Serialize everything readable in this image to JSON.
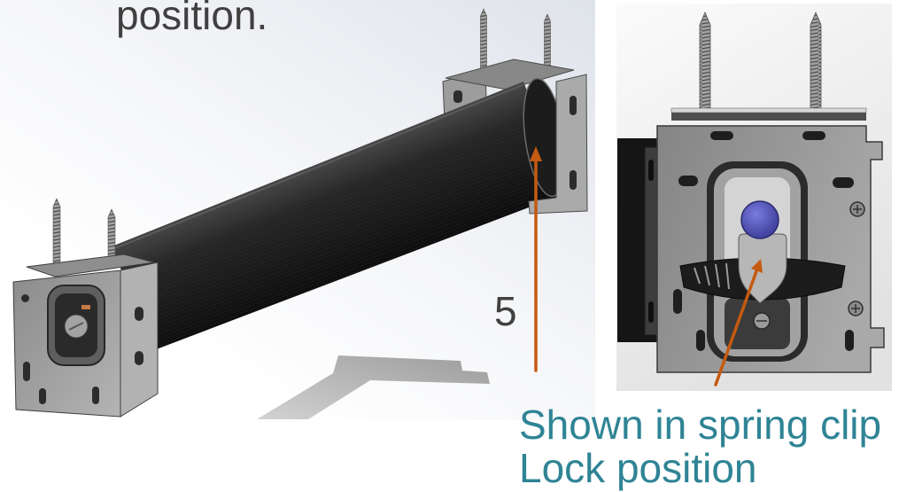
{
  "heading_fragment": "position.",
  "step_label": "5",
  "caption": {
    "line1": "Shown in spring clip",
    "line2": "Lock position"
  },
  "colors": {
    "text": "#404040",
    "caption": "#2f8495",
    "arrow": "#c55a11"
  }
}
